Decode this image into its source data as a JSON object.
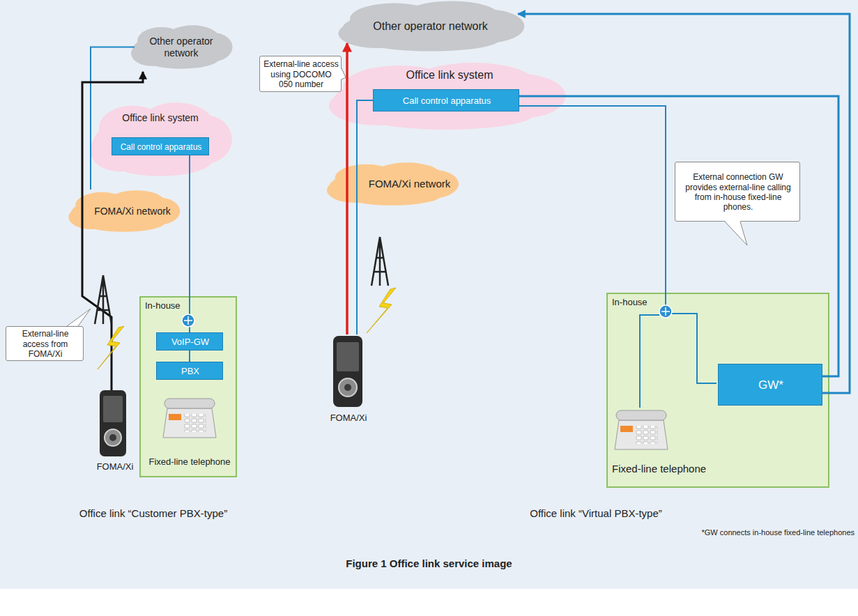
{
  "diagram": {
    "caption": "Figure 1 Office link service image",
    "nodes": [
      {
        "text": [
          "Other operator network"
        ]
      },
      {
        "text": [
          "Office link system"
        ]
      },
      {
        "text": [
          "Call control apparatus"
        ],
        "in": 1
      },
      {
        "text": [
          "FOMA/Xi network"
        ]
      },
      {
        "text": [
          "In-house",
          "Fixed-line telephone"
        ]
      },
      {
        "text": [
          "VoIP-GW"
        ],
        "in": 4
      },
      {
        "text": [
          "PBX"
        ],
        "in": 4
      },
      {
        "text": [
          "External-line access from FOMA/Xi"
        ]
      },
      {
        "text": [
          "Other operator network"
        ]
      },
      {
        "text": [
          "Office link system"
        ]
      },
      {
        "text": [
          "Call control apparatus"
        ],
        "in": 9
      },
      {
        "text": [
          "External-line access using DOCOMO 050 number"
        ]
      },
      {
        "text": [
          "FOMA/Xi network"
        ]
      },
      {
        "text": [
          "In-house",
          "Fixed-line telephone"
        ]
      },
      {
        "text": [
          "GW*"
        ],
        "in": 13
      },
      {
        "text": [
          "External connection GW provides external-line calling from in-house fixed-line phones."
        ]
      }
    ],
    "edges": [
      {
        "from": 3,
        "to": 0,
        "arrow": "none"
      },
      {
        "from": 2,
        "to": 5,
        "arrow": "none"
      },
      {
        "from": 5,
        "to": 6,
        "arrow": "none"
      },
      {
        "from": 10,
        "to": 14,
        "arrow": "none"
      },
      {
        "from": 14,
        "to": 8,
        "arrow": "to"
      },
      {
        "from": 10,
        "to": 13,
        "arrow": "none"
      }
    ],
    "labels": [
      "FOMA/Xi",
      "Office link “Customer PBX-type”",
      "FOMA/Xi",
      "Office link “Virtual PBX-type”",
      "*GW connects in-house fixed-line telephones"
    ]
  }
}
